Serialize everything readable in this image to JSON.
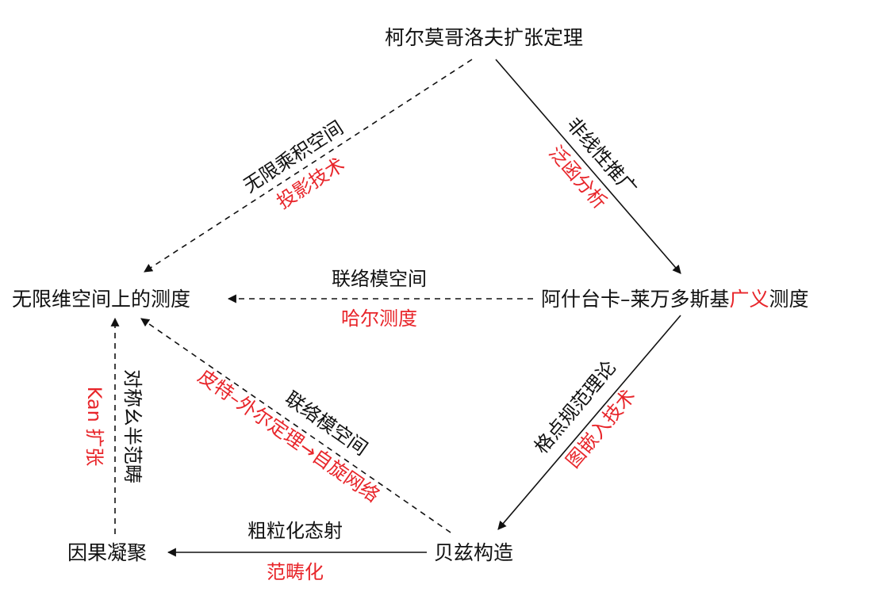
{
  "colors": {
    "ink": "#111111",
    "accent": "#e8252a"
  },
  "nodes": {
    "kolmogorov": "柯尔莫哥洛夫扩张定理",
    "infinite_measure": "无限维空间上的测度",
    "ashtekar_prefix": "阿什台卡–莱万多斯基",
    "ashtekar_accent": "广义",
    "ashtekar_suffix": "测度",
    "causal": "因果凝聚",
    "baez": "贝兹构造"
  },
  "edges": {
    "kolmogorov_to_infinite": {
      "text": "无限乘积空间",
      "accent": "投影技术"
    },
    "kolmogorov_to_ashtekar": {
      "text": "非线性推广",
      "accent": "泛函分析"
    },
    "ashtekar_to_infinite": {
      "text": "联络模空间",
      "accent": "哈尔测度"
    },
    "ashtekar_to_baez": {
      "text": "格点规范理论",
      "accent": "图嵌入技术"
    },
    "baez_to_infinite": {
      "text": "联络模空间",
      "accent": "皮特–外尔定理→自旋网络"
    },
    "baez_to_causal": {
      "text": "粗粒化态射",
      "accent": "范畴化"
    },
    "causal_to_infinite": {
      "text": "对称幺半范畴",
      "accent": "Kan 扩张"
    }
  }
}
